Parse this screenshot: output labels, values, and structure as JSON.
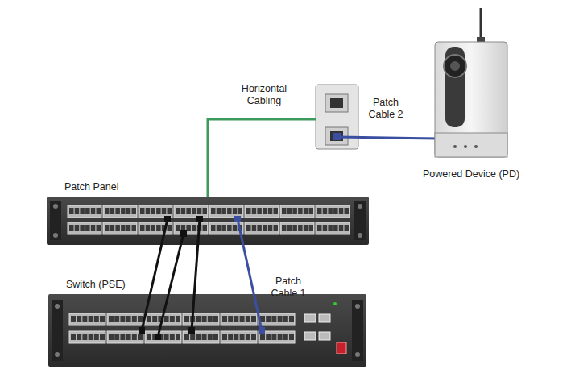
{
  "diagram": {
    "nodes": [
      {
        "text": [
          "Powered Device (PD)"
        ]
      },
      {
        "text": [
          "Patch Panel"
        ]
      },
      {
        "text": [
          "Switch (PSE)"
        ]
      }
    ],
    "edges": [
      {
        "from": 1,
        "to": 2,
        "arrow": "none"
      },
      {
        "from": 1,
        "to": 2,
        "arrow": "none"
      },
      {
        "from": 1,
        "to": 2,
        "arrow": "none"
      },
      {
        "from": 1,
        "to": 2,
        "label": "Patch Cable 1",
        "arrow": "none"
      }
    ],
    "labels": [
      "Horizontal Cabling",
      "Patch Cable 2"
    ]
  }
}
